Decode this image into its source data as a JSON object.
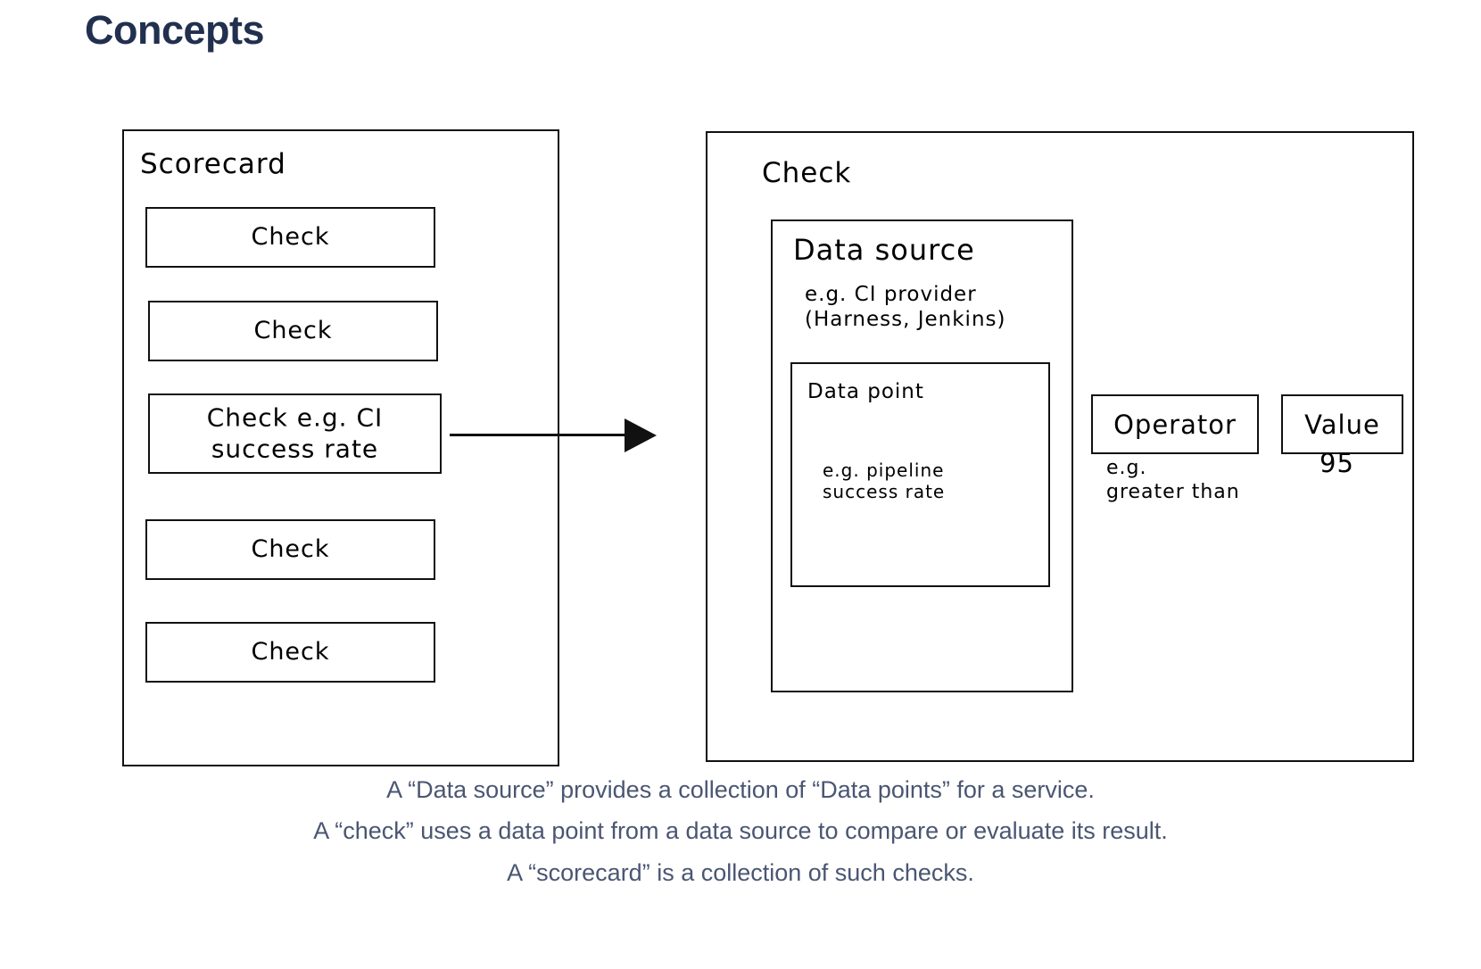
{
  "page": {
    "title": "Concepts",
    "title_color": "#21304e",
    "background": "#ffffff"
  },
  "diagram": {
    "stroke_color": "#111111",
    "scorecard": {
      "title": "Scorecard",
      "checks": [
        {
          "label": "Check"
        },
        {
          "label": "Check"
        },
        {
          "label": "Check e.g. CI\nsuccess rate"
        },
        {
          "label": "Check"
        },
        {
          "label": "Check"
        }
      ]
    },
    "arrow": {
      "icon": "arrow-right-icon",
      "from": "scorecard-check-ci-success-rate",
      "to": "check-detail-box"
    },
    "check_detail": {
      "title": "Check",
      "data_source": {
        "title": "Data source",
        "note": "e.g. CI provider\n(Harness, Jenkins)",
        "data_point": {
          "title": "Data point",
          "note": "e.g. pipeline\nsuccess rate"
        }
      },
      "operator": {
        "title": "Operator",
        "note": "e.g.\ngreater than"
      },
      "value": {
        "title": "Value",
        "note": "95"
      }
    }
  },
  "caption": {
    "color": "#4a5672",
    "lines": [
      "A “Data source” provides a collection of “Data points” for a service.",
      "A “check” uses a data point from a data source to compare or evaluate its result.",
      "A “scorecard” is a collection of such checks."
    ]
  }
}
